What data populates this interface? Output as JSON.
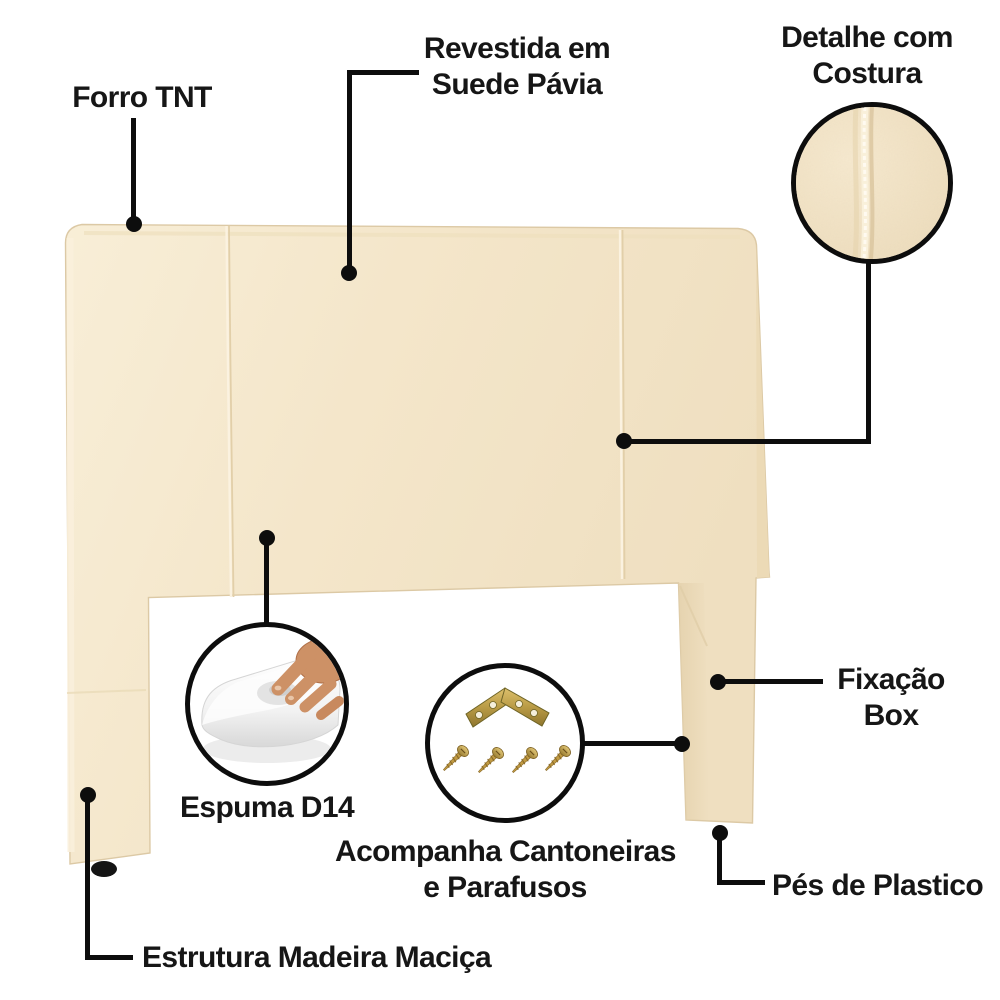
{
  "product": {
    "type": "upholstered headboard infographic",
    "colors": {
      "fabric_cream": "#f4e6ca",
      "fabric_highlight": "#f9efdb",
      "fabric_shadow": "#e3d0ab",
      "callout_black": "#0d0d0d",
      "hardware_gold": "#bd9a45",
      "foam_white": "#ffffff",
      "hand_skin": "#cd9166",
      "plastic_foot_black": "#141414"
    }
  },
  "callouts": {
    "forro": {
      "label": "Forro TNT"
    },
    "revestida": {
      "line1": "Revestida em",
      "line2": "Suede Pávia"
    },
    "detalhe": {
      "line1": "Detalhe com",
      "line2": "Costura"
    },
    "espuma": {
      "label": "Espuma D14"
    },
    "cantoneiras": {
      "line1": "Acompanha Cantoneiras",
      "line2": "e Parafusos"
    },
    "fixacao": {
      "line1": "Fixação",
      "line2": "Box"
    },
    "pes": {
      "label": "Pés de Plastico"
    },
    "estrutura": {
      "label": "Estrutura Madeira Maciça"
    }
  },
  "insets": {
    "costura": {
      "icon": "stitch-seam-closeup"
    },
    "espuma": {
      "icon": "foam-hand-press"
    },
    "cantoneiras": {
      "icon": "corner-bracket-and-screws"
    }
  }
}
